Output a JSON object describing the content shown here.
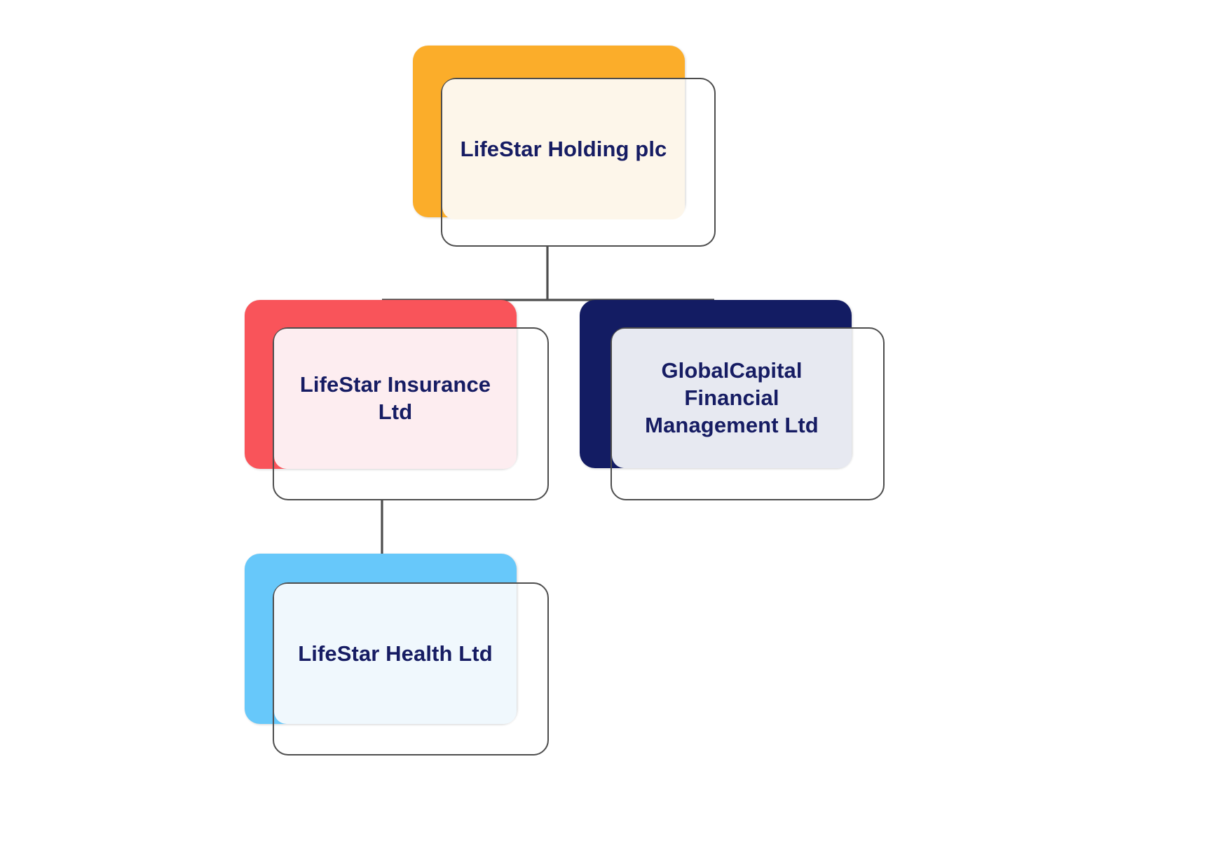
{
  "chart_type": "organizational-hierarchy-diagram",
  "theme": {
    "background": "#ffffff",
    "connector_color": "#4d4d4d",
    "card_border_color": "#4d4d4d",
    "label_text_color": "#161c63"
  },
  "nodes": [
    {
      "id": "lifestar-holding",
      "label": "LifeStar Holding plc",
      "plate_color": "#FBAD2A",
      "tint_color": "#FDF6EA",
      "level": 0
    },
    {
      "id": "lifestar-insurance",
      "label": "LifeStar Insurance\nLtd",
      "plate_color": "#F9545A",
      "tint_color": "#FDEDF0",
      "level": 1
    },
    {
      "id": "globalcapital-financial-management",
      "label": "GlobalCapital\nFinancial\nManagement Ltd",
      "plate_color": "#131C63",
      "tint_color": "#E7E9F1",
      "level": 1
    },
    {
      "id": "lifestar-health",
      "label": "LifeStar Health Ltd",
      "plate_color": "#67C8FA",
      "tint_color": "#F0F8FD",
      "level": 2
    }
  ],
  "edges": [
    {
      "from": "lifestar-holding",
      "to": "lifestar-insurance"
    },
    {
      "from": "lifestar-holding",
      "to": "globalcapital-financial-management"
    },
    {
      "from": "lifestar-insurance",
      "to": "lifestar-health"
    }
  ]
}
